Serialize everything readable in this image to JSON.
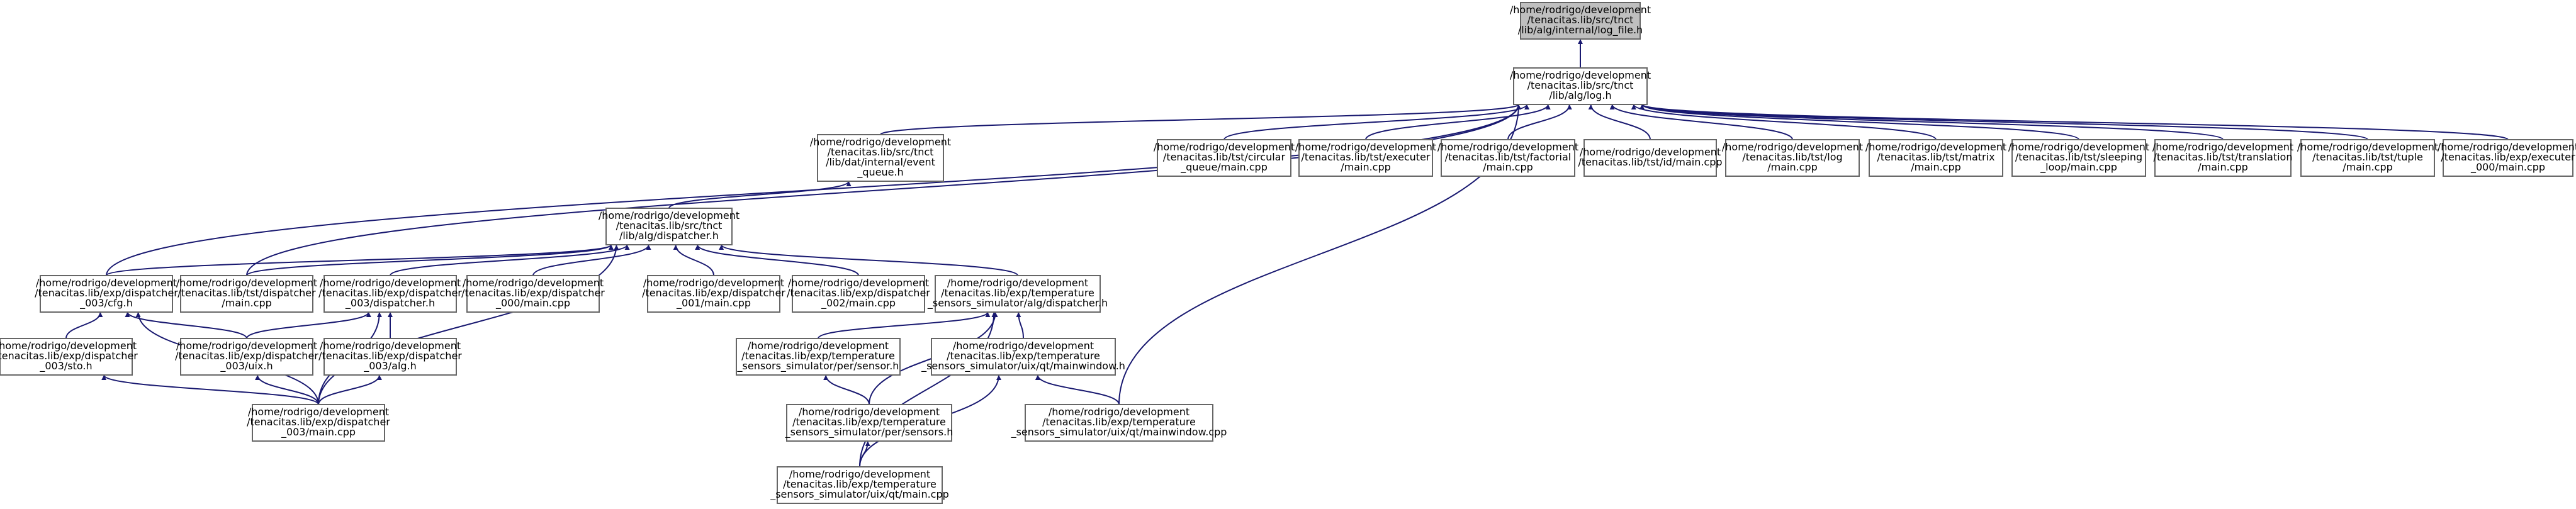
{
  "graph": {
    "root": "logfile",
    "nodes": [
      {
        "id": "logfile",
        "root": true,
        "lines": [
          "/home/rodrigo/development",
          "/tenacitas.lib/src/tnct",
          "/lib/alg/internal/log_file.h"
        ]
      },
      {
        "id": "logh",
        "lines": [
          "/home/rodrigo/development",
          "/tenacitas.lib/src/tnct",
          "/lib/alg/log.h"
        ]
      },
      {
        "id": "eventqueue",
        "lines": [
          "/home/rodrigo/development",
          "/tenacitas.lib/src/tnct",
          "/lib/dat/internal/event",
          "_queue.h"
        ]
      },
      {
        "id": "tstcircular",
        "lines": [
          "/home/rodrigo/development",
          "/tenacitas.lib/tst/circular",
          "_queue/main.cpp"
        ]
      },
      {
        "id": "tstexecuter",
        "lines": [
          "/home/rodrigo/development",
          "/tenacitas.lib/tst/executer",
          "/main.cpp"
        ]
      },
      {
        "id": "tstfactorial",
        "lines": [
          "/home/rodrigo/development",
          "/tenacitas.lib/tst/factorial",
          "/main.cpp"
        ]
      },
      {
        "id": "tstid",
        "lines": [
          "/home/rodrigo/development",
          "/tenacitas.lib/tst/id/main.cpp"
        ]
      },
      {
        "id": "tstlog",
        "lines": [
          "/home/rodrigo/development",
          "/tenacitas.lib/tst/log",
          "/main.cpp"
        ]
      },
      {
        "id": "tstmatrix",
        "lines": [
          "/home/rodrigo/development",
          "/tenacitas.lib/tst/matrix",
          "/main.cpp"
        ]
      },
      {
        "id": "tstsleeping",
        "lines": [
          "/home/rodrigo/development",
          "/tenacitas.lib/tst/sleeping",
          "_loop/main.cpp"
        ]
      },
      {
        "id": "tsttranslation",
        "lines": [
          "/home/rodrigo/development",
          "/tenacitas.lib/tst/translation",
          "/main.cpp"
        ]
      },
      {
        "id": "tsttuple",
        "lines": [
          "/home/rodrigo/development",
          "/tenacitas.lib/tst/tuple",
          "/main.cpp"
        ]
      },
      {
        "id": "exp000",
        "lines": [
          "/home/rodrigo/development",
          "/tenacitas.lib/exp/executer",
          "_000/main.cpp"
        ]
      },
      {
        "id": "dispatcherh",
        "lines": [
          "/home/rodrigo/development",
          "/tenacitas.lib/src/tnct",
          "/lib/alg/dispatcher.h"
        ]
      },
      {
        "id": "cfgh",
        "lines": [
          "/home/rodrigo/development",
          "/tenacitas.lib/exp/dispatcher",
          "_003/cfg.h"
        ]
      },
      {
        "id": "tstdispmain",
        "lines": [
          "/home/rodrigo/development",
          "/tenacitas.lib/tst/dispatcher",
          "/main.cpp"
        ]
      },
      {
        "id": "disp003h",
        "lines": [
          "/home/rodrigo/development",
          "/tenacitas.lib/exp/dispatcher",
          "_003/dispatcher.h"
        ]
      },
      {
        "id": "disp000",
        "lines": [
          "/home/rodrigo/development",
          "/tenacitas.lib/exp/dispatcher",
          "_000/main.cpp"
        ]
      },
      {
        "id": "disp001",
        "lines": [
          "/home/rodrigo/development",
          "/tenacitas.lib/exp/dispatcher",
          "_001/main.cpp"
        ]
      },
      {
        "id": "disp002",
        "lines": [
          "/home/rodrigo/development",
          "/tenacitas.lib/exp/dispatcher",
          "_002/main.cpp"
        ]
      },
      {
        "id": "tempdisp",
        "lines": [
          "/home/rodrigo/development",
          "/tenacitas.lib/exp/temperature",
          "_sensors_simulator/alg/dispatcher.h"
        ]
      },
      {
        "id": "stoh",
        "lines": [
          "/home/rodrigo/development",
          "/tenacitas.lib/exp/dispatcher",
          "_003/sto.h"
        ]
      },
      {
        "id": "uixh",
        "lines": [
          "/home/rodrigo/development",
          "/tenacitas.lib/exp/dispatcher",
          "_003/uix.h"
        ]
      },
      {
        "id": "algh",
        "lines": [
          "/home/rodrigo/development",
          "/tenacitas.lib/exp/dispatcher",
          "_003/alg.h"
        ]
      },
      {
        "id": "sensorh",
        "lines": [
          "/home/rodrigo/development",
          "/tenacitas.lib/exp/temperature",
          "_sensors_simulator/per/sensor.h"
        ]
      },
      {
        "id": "mainwindowh",
        "lines": [
          "/home/rodrigo/development",
          "/tenacitas.lib/exp/temperature",
          "_sensors_simulator/uix/qt/mainwindow.h"
        ]
      },
      {
        "id": "disp003main",
        "lines": [
          "/home/rodrigo/development",
          "/tenacitas.lib/exp/dispatcher",
          "_003/main.cpp"
        ]
      },
      {
        "id": "sensorsh",
        "lines": [
          "/home/rodrigo/development",
          "/tenacitas.lib/exp/temperature",
          "_sensors_simulator/per/sensors.h"
        ]
      },
      {
        "id": "mainwindowcpp",
        "lines": [
          "/home/rodrigo/development",
          "/tenacitas.lib/exp/temperature",
          "_sensors_simulator/uix/qt/mainwindow.cpp"
        ]
      },
      {
        "id": "tempmain",
        "lines": [
          "/home/rodrigo/development",
          "/tenacitas.lib/exp/temperature",
          "_sensors_simulator/uix/qt/main.cpp"
        ]
      }
    ],
    "edges": [
      [
        "logh",
        "logfile"
      ],
      [
        "eventqueue",
        "logh"
      ],
      [
        "tstcircular",
        "logh"
      ],
      [
        "tstexecuter",
        "logh"
      ],
      [
        "tstfactorial",
        "logh"
      ],
      [
        "tstid",
        "logh"
      ],
      [
        "tstlog",
        "logh"
      ],
      [
        "tstmatrix",
        "logh"
      ],
      [
        "tstsleeping",
        "logh"
      ],
      [
        "tsttranslation",
        "logh"
      ],
      [
        "tsttuple",
        "logh"
      ],
      [
        "exp000",
        "logh"
      ],
      [
        "cfgh",
        "logh"
      ],
      [
        "tstdispmain",
        "logh"
      ],
      [
        "mainwindowcpp",
        "logh"
      ],
      [
        "dispatcherh",
        "eventqueue"
      ],
      [
        "cfgh",
        "dispatcherh"
      ],
      [
        "tstdispmain",
        "dispatcherh"
      ],
      [
        "disp003h",
        "dispatcherh"
      ],
      [
        "disp000",
        "dispatcherh"
      ],
      [
        "disp001",
        "dispatcherh"
      ],
      [
        "disp002",
        "dispatcherh"
      ],
      [
        "tempdisp",
        "dispatcherh"
      ],
      [
        "disp003main",
        "dispatcherh"
      ],
      [
        "stoh",
        "cfgh"
      ],
      [
        "uixh",
        "cfgh"
      ],
      [
        "disp003main",
        "cfgh"
      ],
      [
        "uixh",
        "disp003h"
      ],
      [
        "algh",
        "disp003h"
      ],
      [
        "disp003main",
        "disp003h"
      ],
      [
        "disp003main",
        "stoh"
      ],
      [
        "disp003main",
        "uixh"
      ],
      [
        "disp003main",
        "algh"
      ],
      [
        "sensorh",
        "tempdisp"
      ],
      [
        "mainwindowh",
        "tempdisp"
      ],
      [
        "sensorsh",
        "tempdisp"
      ],
      [
        "tempmain",
        "tempdisp"
      ],
      [
        "sensorsh",
        "sensorh"
      ],
      [
        "mainwindowcpp",
        "mainwindowh"
      ],
      [
        "tempmain",
        "mainwindowh"
      ],
      [
        "tempmain",
        "sensorsh"
      ]
    ]
  }
}
